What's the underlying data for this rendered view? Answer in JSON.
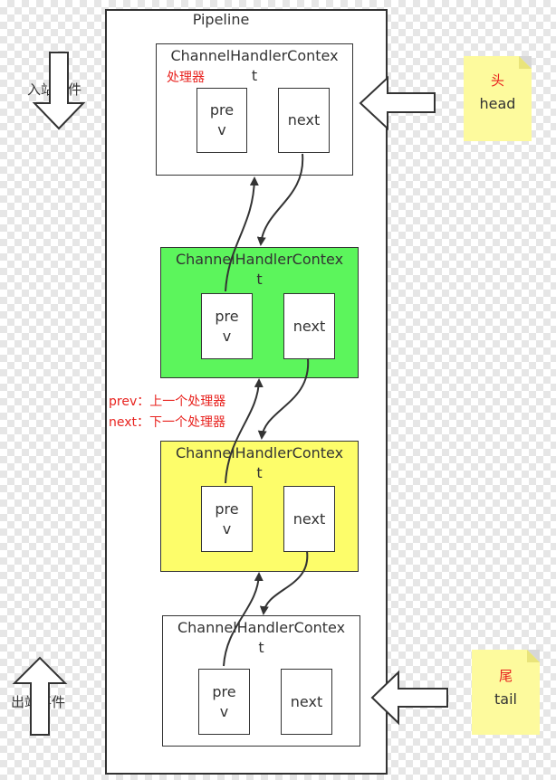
{
  "pipeline": {
    "title": "Pipeline"
  },
  "contexts": [
    {
      "title_line1": "ChannelHandlerContex",
      "title_line2": "t",
      "subtitle": "处理器",
      "prev_line1": "pre",
      "prev_line2": "v",
      "next": "next",
      "fill": "#ffffff"
    },
    {
      "title_line1": "ChannelHandlerContex",
      "title_line2": "t",
      "prev_line1": "pre",
      "prev_line2": "v",
      "next": "next",
      "fill": "#5cf55c"
    },
    {
      "title_line1": "ChannelHandlerContex",
      "title_line2": "t",
      "prev_line1": "pre",
      "prev_line2": "v",
      "next": "next",
      "fill": "#fdfd6a"
    },
    {
      "title_line1": "ChannelHandlerContex",
      "title_line2": "t",
      "prev_line1": "pre",
      "prev_line2": "v",
      "next": "next",
      "fill": "#ffffff"
    }
  ],
  "inbound": {
    "label": "入站事件"
  },
  "outbound": {
    "label": "出站事件"
  },
  "notes": {
    "head": {
      "title": "头",
      "text": "head"
    },
    "tail": {
      "title": "尾",
      "text": "tail"
    }
  },
  "legend": {
    "prev": "prev：上一个处理器",
    "next": "next：下一个处理器"
  },
  "colors": {
    "accent_red": "#e8231f",
    "note_yellow": "#fdfa9d",
    "green": "#5cf55c",
    "yellow": "#fdfd6a"
  }
}
